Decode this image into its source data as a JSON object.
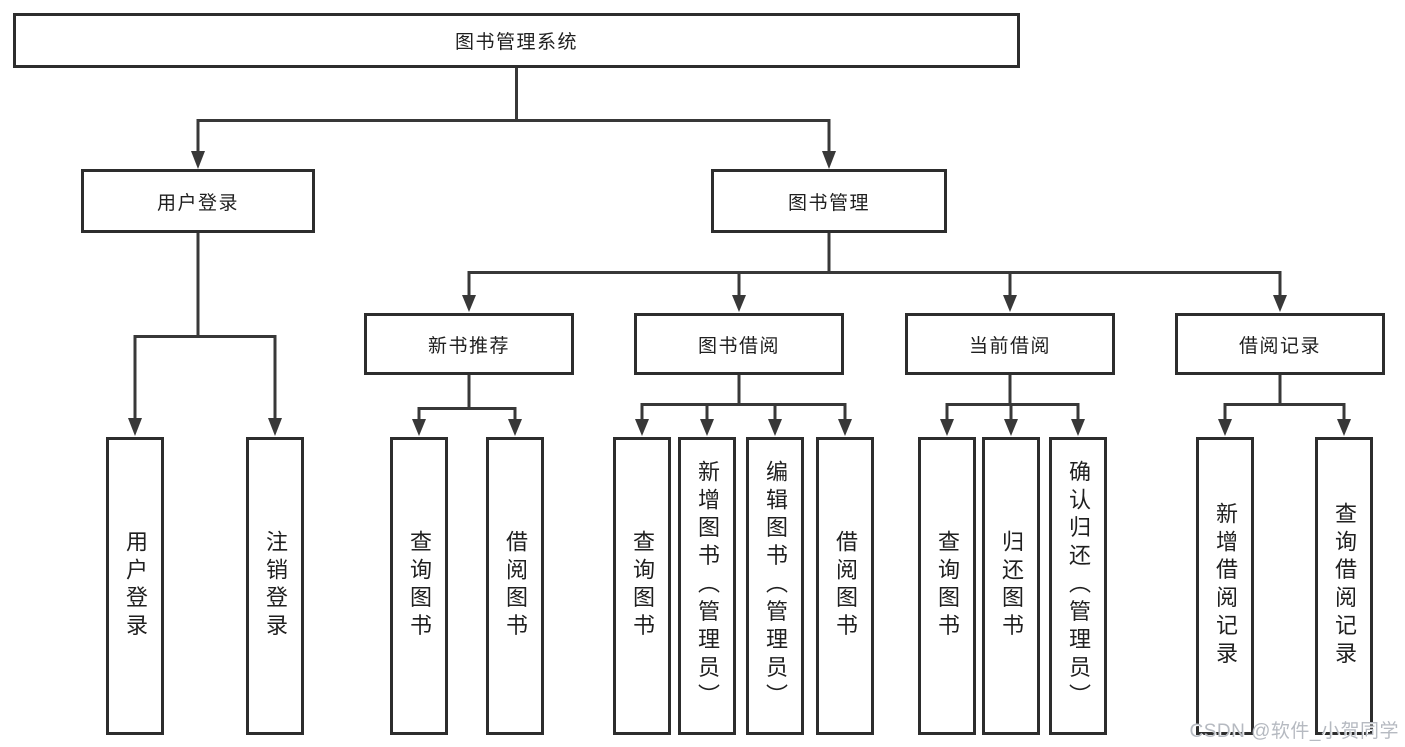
{
  "tree": {
    "root": "图书管理系统",
    "branches": {
      "user_login": {
        "label": "用户登录",
        "children": [
          "用户登录",
          "注销登录"
        ]
      },
      "book_mgmt": {
        "label": "图书管理",
        "sections": {
          "new_book_rec": {
            "label": "新书推荐",
            "children": [
              "查询图书",
              "借阅图书"
            ]
          },
          "book_borrow": {
            "label": "图书借阅",
            "children": [
              "查询图书",
              "新增图书（管理员）",
              "编辑图书（管理员）",
              "借阅图书"
            ]
          },
          "current_borrow": {
            "label": "当前借阅",
            "children": [
              "查询图书",
              "归还图书",
              "确认归还（管理员）"
            ]
          },
          "borrow_records": {
            "label": "借阅记录",
            "children": [
              "新增借阅记录",
              "查询借阅记录"
            ]
          }
        }
      }
    }
  },
  "watermark": {
    "text": "CSDN @软件_小贺同学"
  },
  "colors": {
    "line": "#383838",
    "box_border": "#2d2d2d",
    "text": "#1f1f1f",
    "watermark": "#b6bac1",
    "background": "#ffffff"
  }
}
